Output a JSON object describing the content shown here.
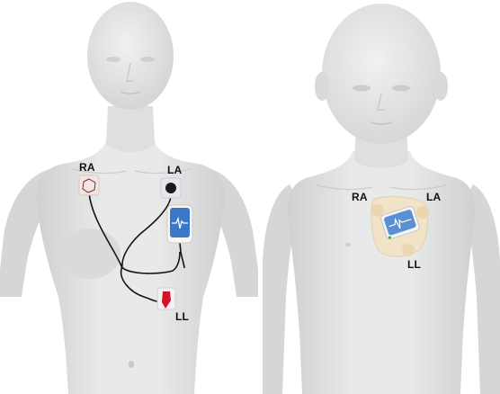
{
  "adult": {
    "labels": {
      "ra": "RA",
      "la": "LA",
      "ll": "LL"
    },
    "device_color": "#3a77c9",
    "ll_electrode_color": "#d0132a"
  },
  "child": {
    "labels": {
      "ra": "RA",
      "la": "LA",
      "ll": "LL"
    },
    "device_color": "#5b8fd4",
    "patch_color": "#f1e3c8"
  },
  "colors": {
    "mannequin": "#e2e3e3",
    "lead_wire": "#141414",
    "background": "#ffffff"
  }
}
